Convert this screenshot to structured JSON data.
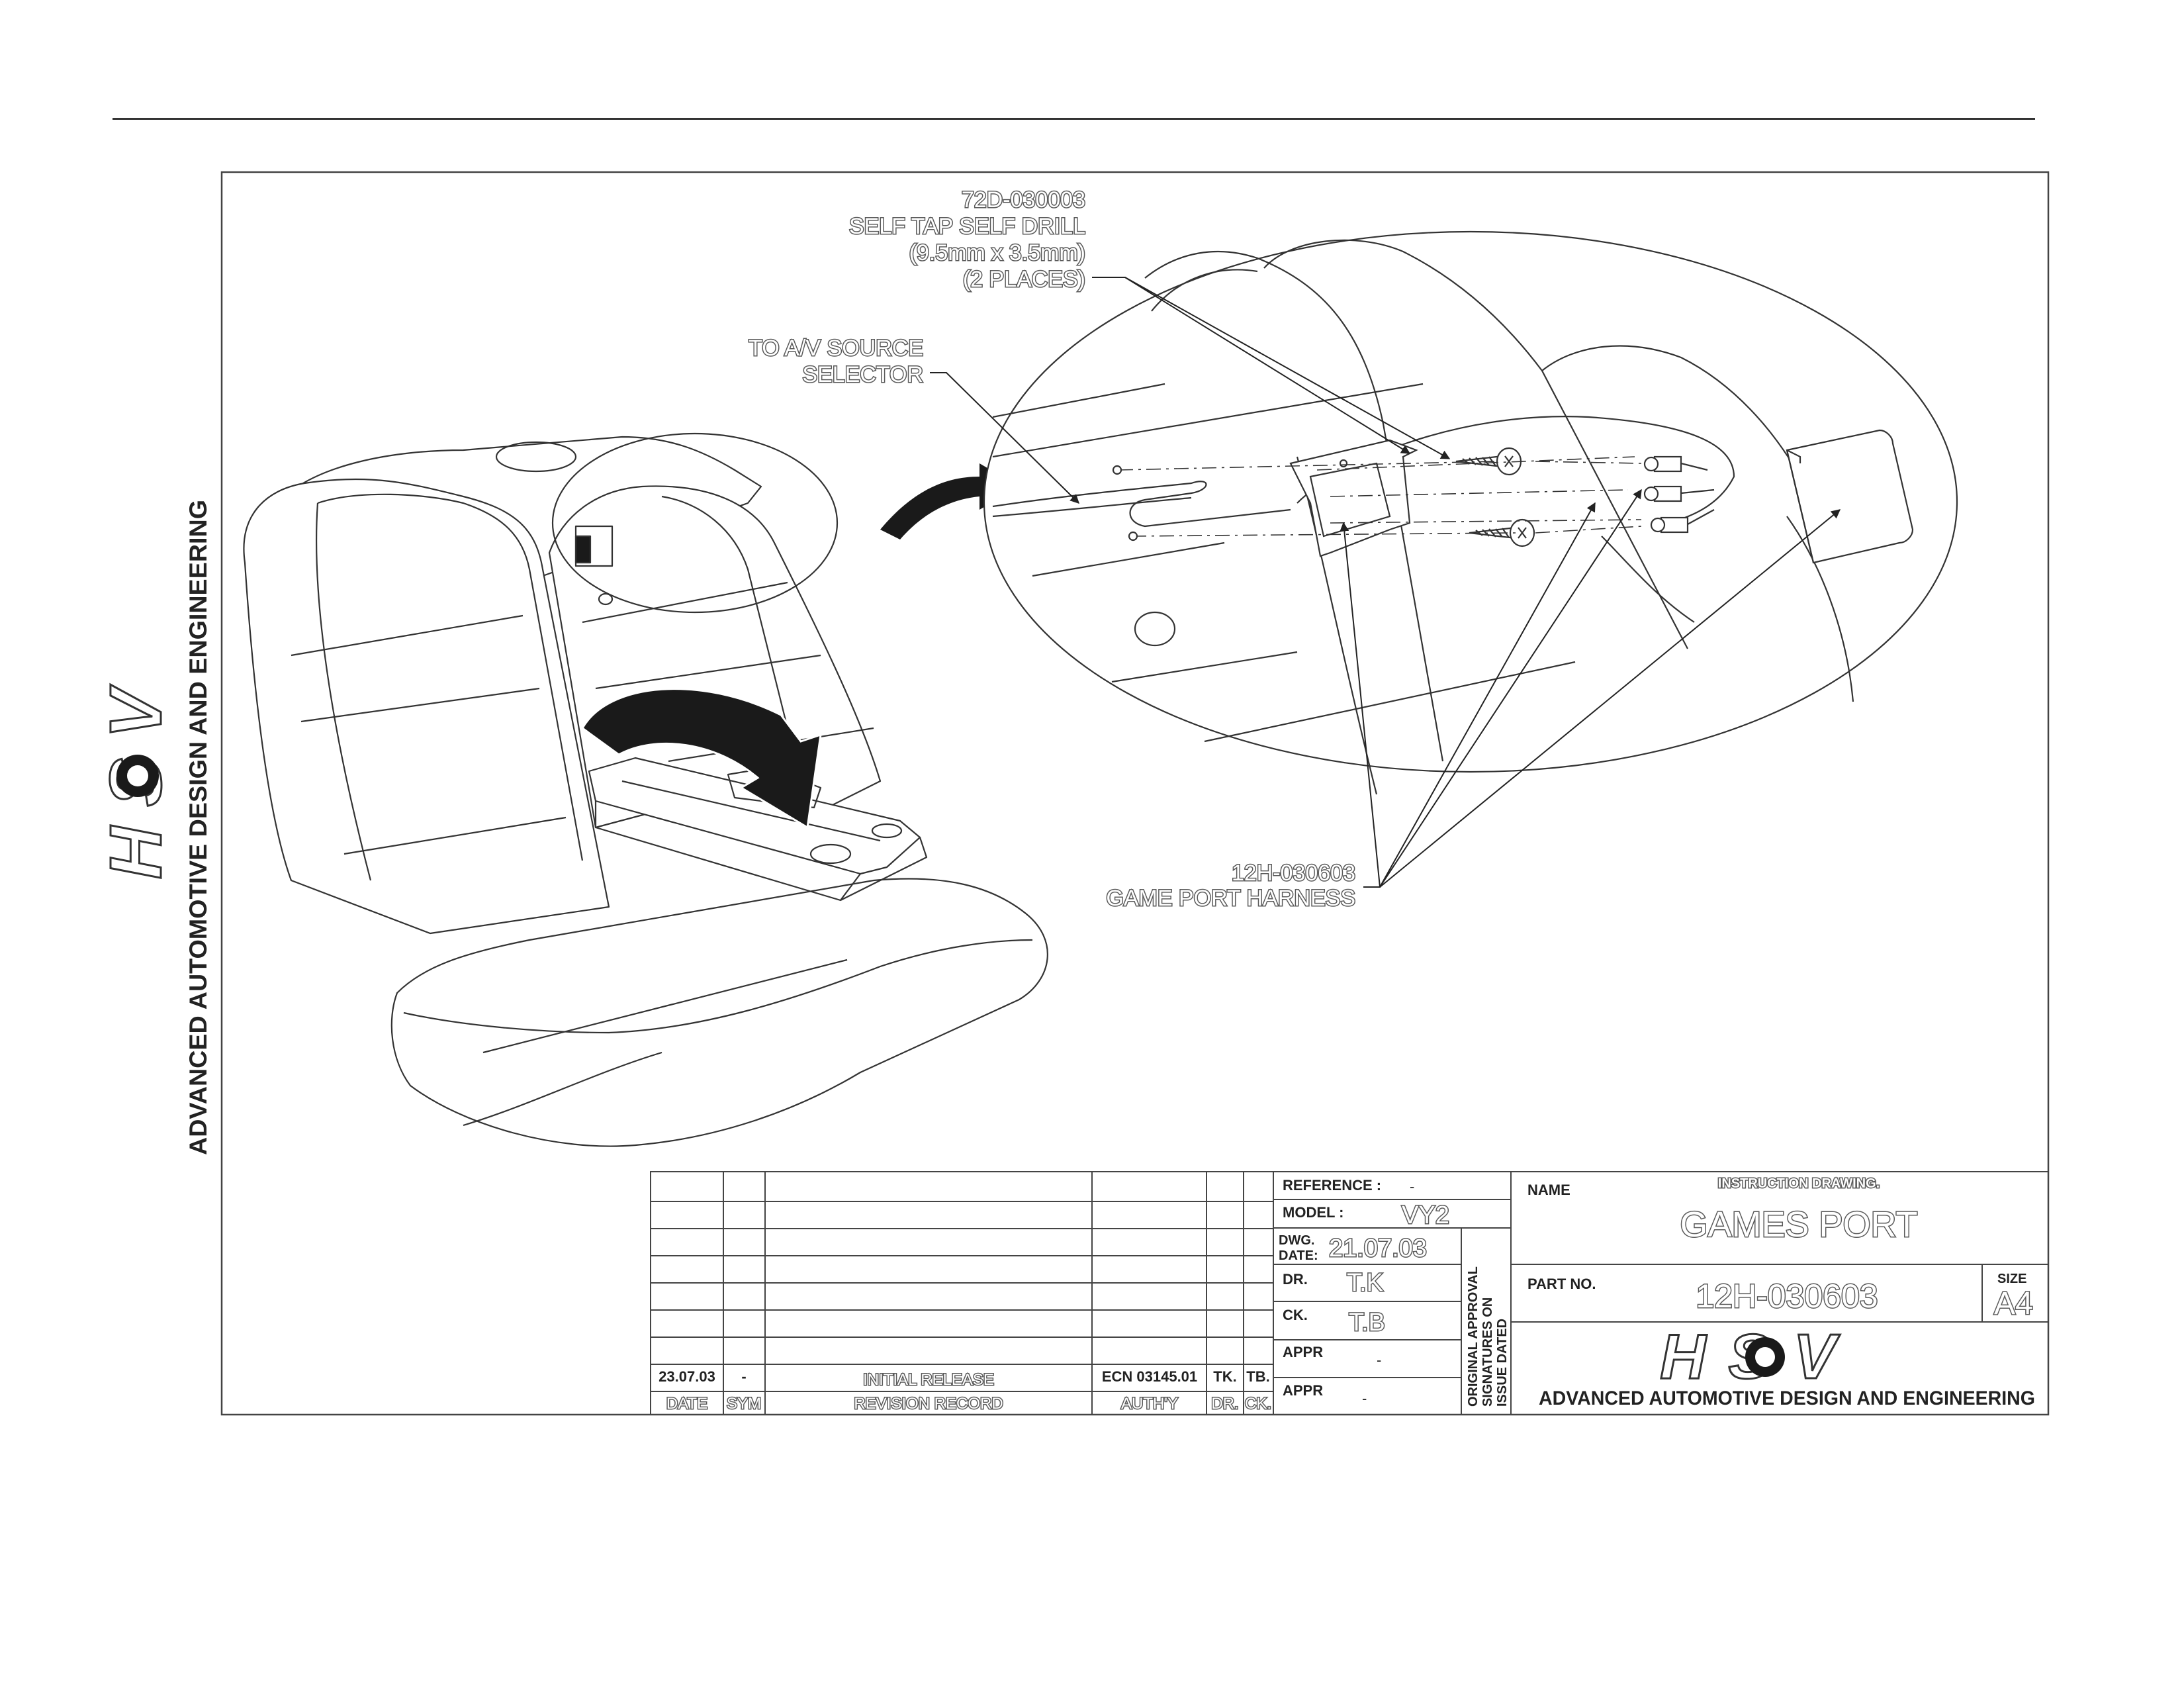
{
  "side_brand": {
    "logo_text": "HSV",
    "tagline": "ADVANCED AUTOMOTIVE DESIGN AND ENGINEERING"
  },
  "callouts": {
    "screw": {
      "line1": "72D-030003",
      "line2": "SELF TAP SELF DRILL",
      "line3": "(9.5mm x 3.5mm)",
      "line4": "(2 PLACES)"
    },
    "av": {
      "line1": "TO A/V SOURCE",
      "line2": "SELECTOR"
    },
    "harness": {
      "line1": "12H-030603",
      "line2": "GAME PORT HARNESS"
    }
  },
  "revision": {
    "date": "23.07.03",
    "sym": "-",
    "record": "INITIAL RELEASE",
    "authy": "ECN 03145.01",
    "dr": "TK.",
    "ck": "TB.",
    "headers": {
      "date": "DATE",
      "sym": "SYM",
      "record": "REVISION RECORD",
      "authy": "AUTH'Y",
      "dr": "DR.",
      "ck": "CK."
    }
  },
  "approval": {
    "reference_label": "REFERENCE :",
    "reference_value": "-",
    "model_label": "MODEL :",
    "model_value": "VY2",
    "dwg_label_1": "DWG.",
    "dwg_label_2": "DATE:",
    "dwg_date": "21.07.03",
    "dr_label": "DR.",
    "dr_value": "T.K",
    "ck_label": "CK.",
    "ck_value": "T.B",
    "appr1_label": "APPR",
    "appr1_value": "-",
    "appr2_label": "APPR",
    "appr2_value": "-",
    "vertical_1": "ORIGINAL APPROVAL",
    "vertical_2": "SIGNATURES ON",
    "vertical_3": "ISSUE DATED"
  },
  "title_block": {
    "name_label": "NAME",
    "doc_type": "INSTRUCTION DRAWING.",
    "name_value": "GAMES PORT",
    "part_label": "PART NO.",
    "part_value": "12H-030603",
    "size_label": "SIZE",
    "size_value": "A4",
    "logo_text": "HSV",
    "tagline": "ADVANCED AUTOMOTIVE DESIGN AND ENGINEERING"
  }
}
